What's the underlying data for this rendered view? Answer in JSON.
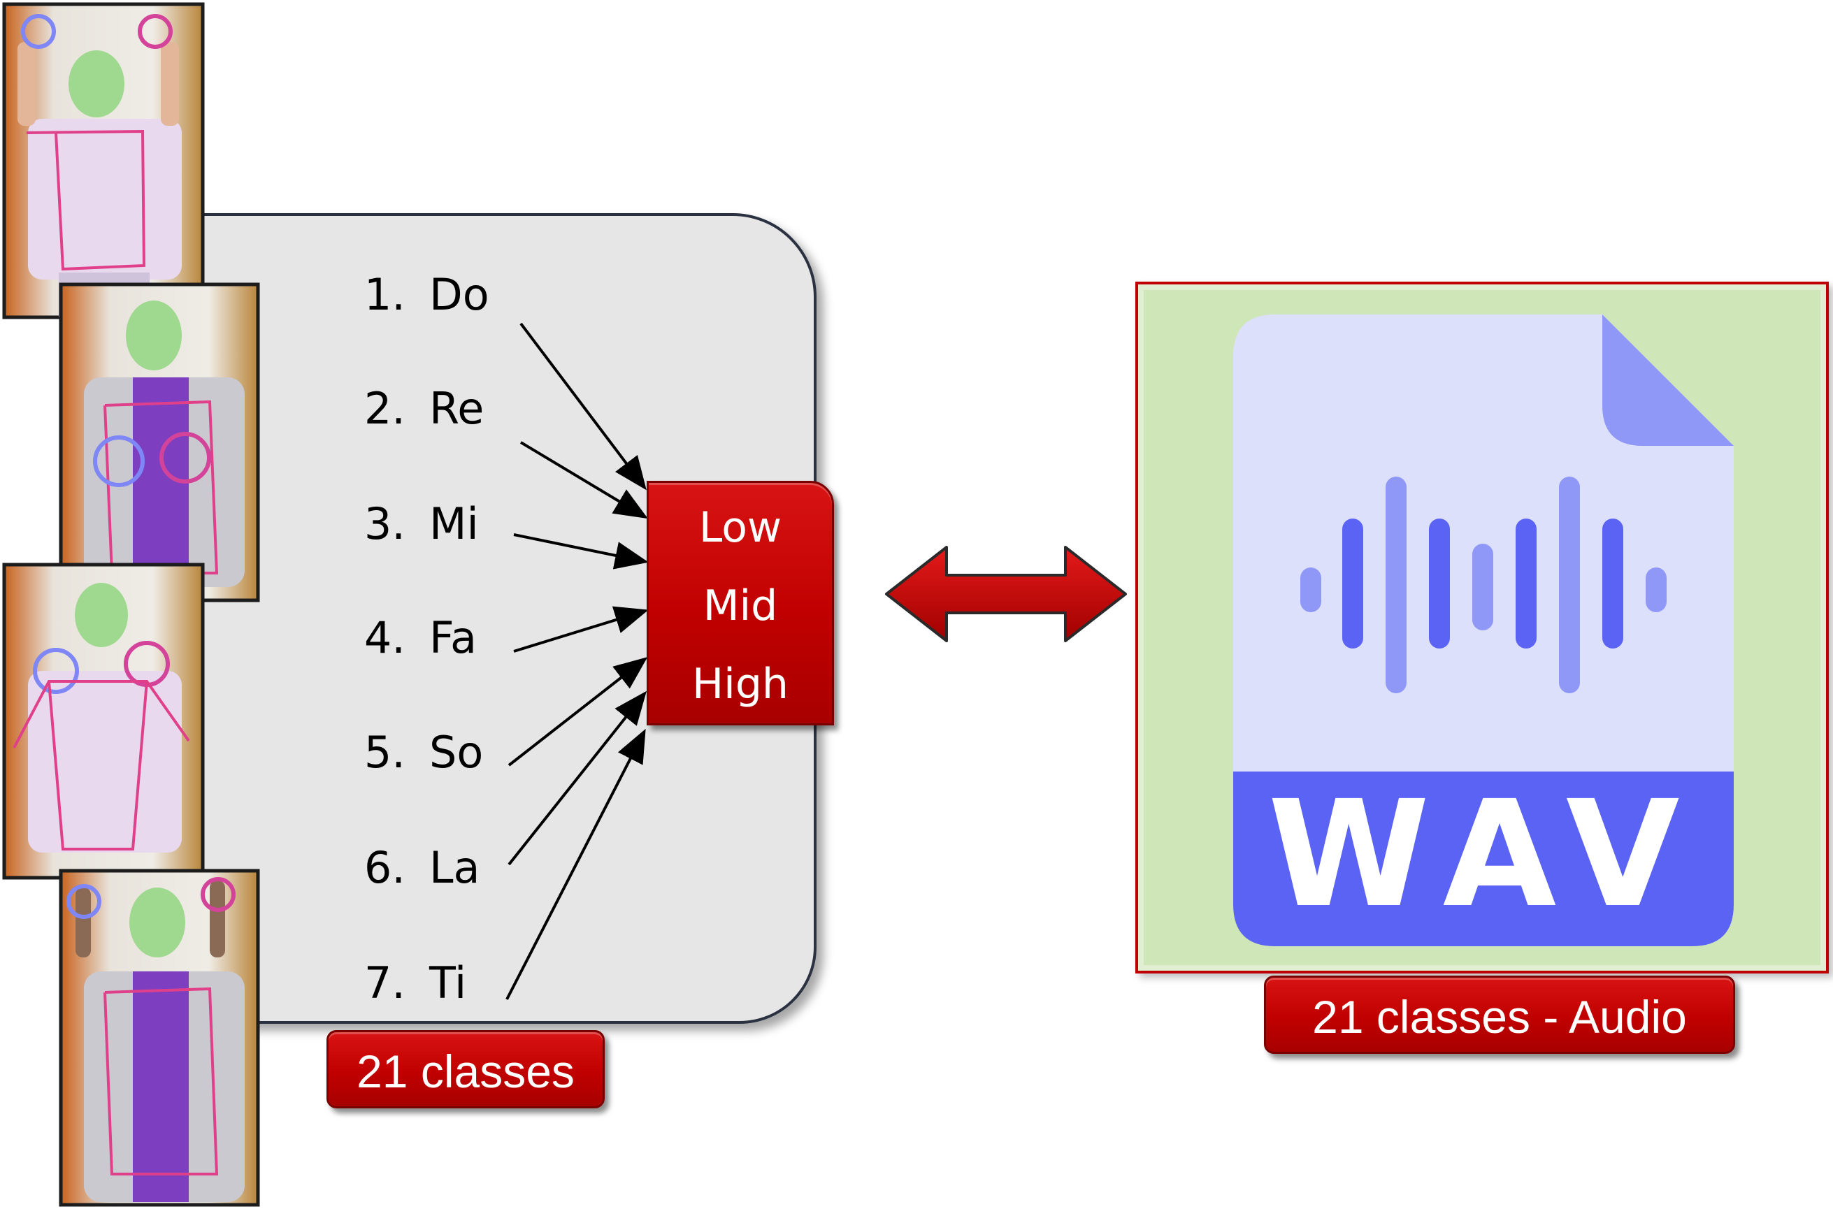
{
  "notes": [
    {
      "num": "1.",
      "name": "Do"
    },
    {
      "num": "2.",
      "name": "Re"
    },
    {
      "num": "3.",
      "name": "Mi"
    },
    {
      "num": "4.",
      "name": "Fa"
    },
    {
      "num": "5.",
      "name": "So"
    },
    {
      "num": "6.",
      "name": "La"
    },
    {
      "num": "7.",
      "name": "Ti"
    }
  ],
  "levels": [
    "Low",
    "Mid",
    "High"
  ],
  "left_badge": "21 classes",
  "right_badge": "21 classes - Audio",
  "wav_label": "WAV",
  "colors": {
    "accent_red": "#c00000",
    "panel_grey": "#e6e6e6",
    "card_green": "#cfe6b8",
    "file_light": "#dde0fb",
    "file_blue": "#5b63f5"
  },
  "icons": [
    "double-arrow-icon",
    "audio-file-icon",
    "pose-landmark-photo"
  ]
}
